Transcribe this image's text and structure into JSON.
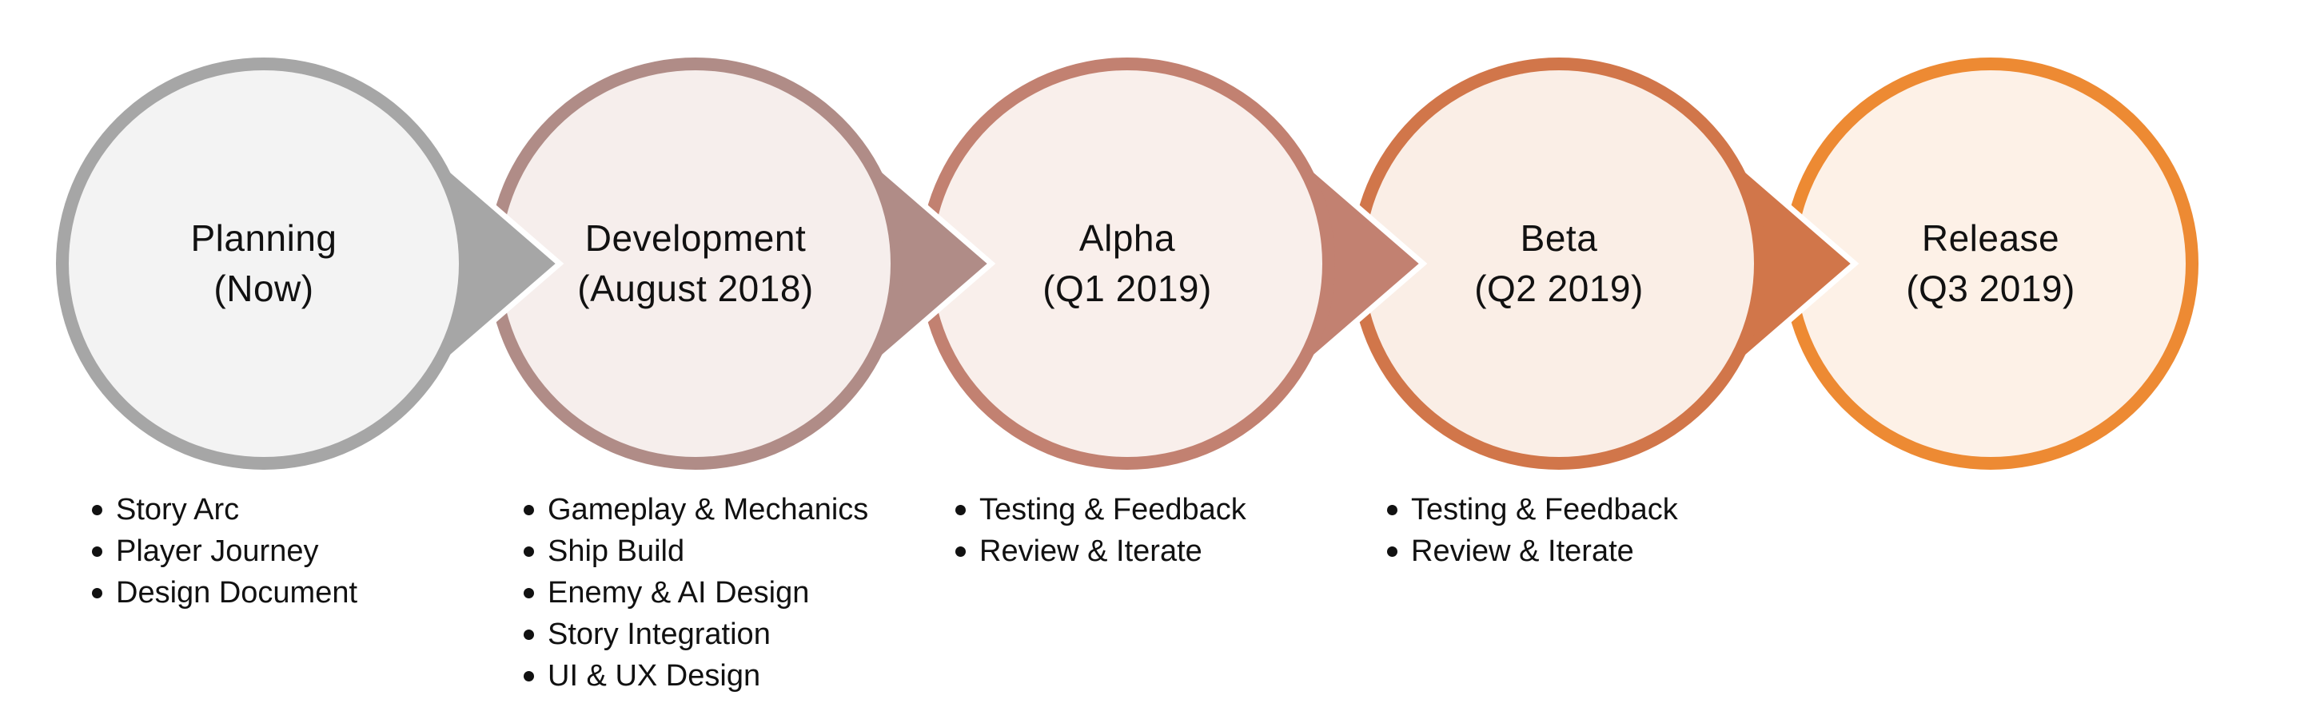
{
  "diagram": {
    "background": "#FFFFFF",
    "text_color": "#111111",
    "connector_outline": "#FFFFFF",
    "stages": [
      {
        "title_line1": "Planning",
        "title_line2": "(Now)",
        "ring_color": "#A6A6A6",
        "fill_color": "#F3F3F3",
        "bullets": [
          "Story Arc",
          "Player Journey",
          "Design Document"
        ]
      },
      {
        "title_line1": "Development",
        "title_line2": "(August 2018)",
        "ring_color": "#B08C87",
        "fill_color": "#F6EEEC",
        "bullets": [
          "Gameplay & Mechanics",
          "Ship Build",
          "Enemy & AI Design",
          "Story Integration",
          "UI & UX Design"
        ]
      },
      {
        "title_line1": "Alpha",
        "title_line2": "(Q1 2019)",
        "ring_color": "#C28171",
        "fill_color": "#F9EFEB",
        "bullets": [
          "Testing & Feedback",
          "Review & Iterate"
        ]
      },
      {
        "title_line1": "Beta",
        "title_line2": "(Q2 2019)",
        "ring_color": "#D1764A",
        "fill_color": "#FAEEE6",
        "bullets": [
          "Testing & Feedback",
          "Review & Iterate"
        ]
      },
      {
        "title_line1": "Release",
        "title_line2": "(Q3 2019)",
        "ring_color": "#ED8A33",
        "fill_color": "#FDF1E7",
        "bullets": []
      }
    ]
  }
}
